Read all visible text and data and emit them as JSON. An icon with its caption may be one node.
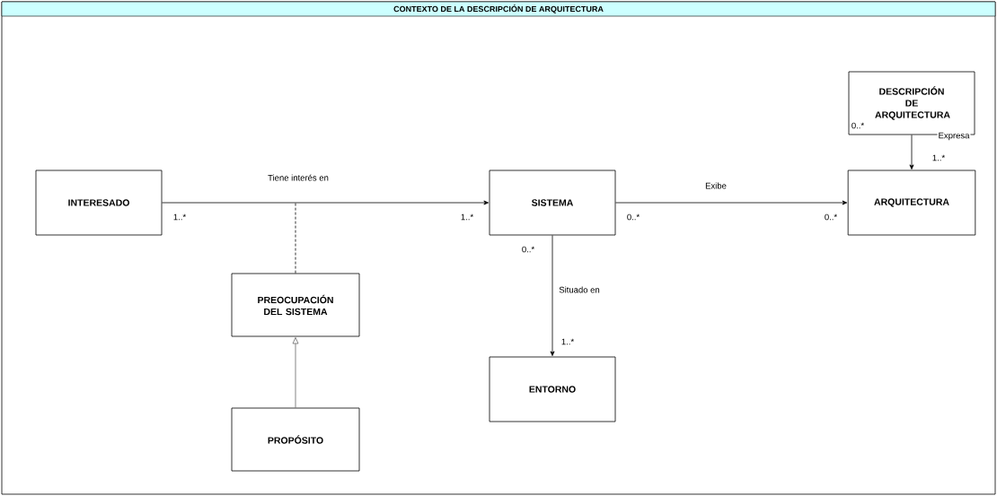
{
  "diagram": {
    "nodes": [
      {
        "text": [
          "CONTEXTO DE LA DESCRIPCIÓN DE ARQUITECTURA"
        ]
      },
      {
        "text": [
          "DESCRIPCIÓN DE ARQUITECTURA"
        ],
        "in": 0
      },
      {
        "text": [
          "INTERESADO"
        ],
        "in": 0
      },
      {
        "text": [
          "SISTEMA"
        ],
        "in": 0
      },
      {
        "text": [
          "ARQUITECTURA"
        ],
        "in": 0
      },
      {
        "text": [
          "PREOCUPACIÓN DEL SISTEMA"
        ],
        "in": 0
      },
      {
        "text": [
          "ENTORNO"
        ],
        "in": 0
      },
      {
        "text": [
          "PROPÓSITO"
        ],
        "in": 0
      }
    ],
    "edges": [
      {
        "from": 2,
        "to": 3,
        "arrow": "to",
        "label": "Tiene interés en"
      },
      {
        "from": 3,
        "to": 4,
        "arrow": "to",
        "label": "Exibe"
      },
      {
        "from": 1,
        "to": 4,
        "arrow": "to",
        "label": "Expresa"
      },
      {
        "from": 3,
        "to": 6,
        "arrow": "to",
        "label": "Situado en"
      },
      {
        "from": 7,
        "to": 5,
        "arrow": "to",
        "color": "#666666"
      },
      {
        "from": 5,
        "to": null,
        "arrow": "none",
        "style": "dashed"
      }
    ],
    "labels": [
      "0..*",
      "1..*",
      "1..*",
      "1..*",
      "0..*",
      "0..*",
      "0..*",
      "1..*"
    ]
  }
}
